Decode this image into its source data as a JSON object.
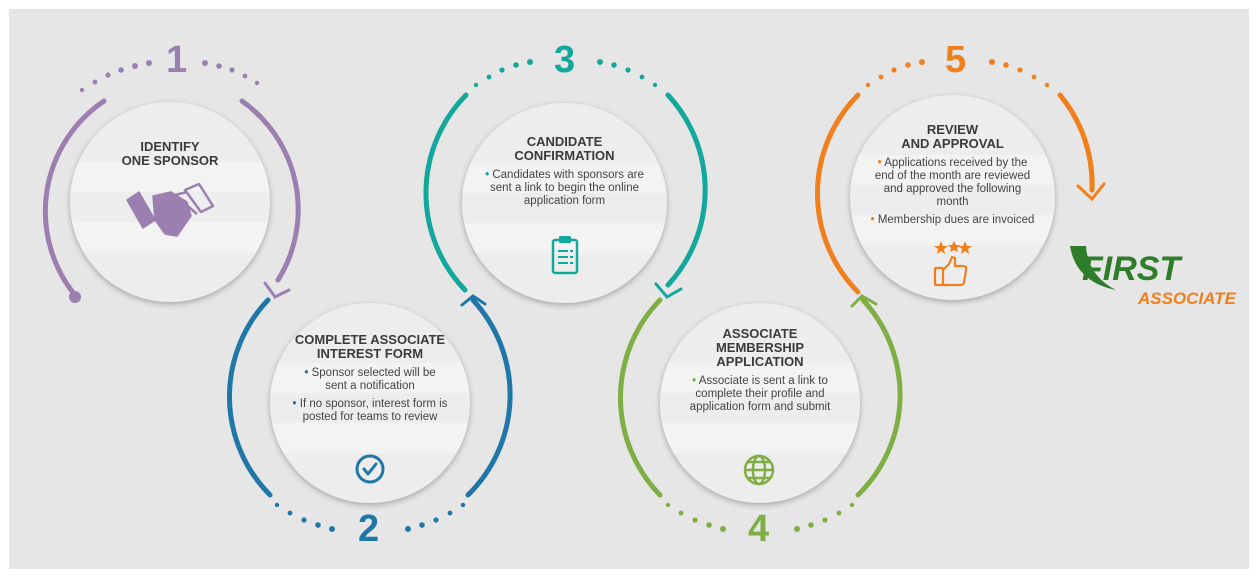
{
  "colors": {
    "step1": "#9b7fb0",
    "step2": "#1f77a8",
    "step3": "#14a79c",
    "step4": "#7fae45",
    "step5": "#f07f1c",
    "logo_green": "#2e7d2b",
    "logo_orange": "#f07f1c"
  },
  "steps": [
    {
      "number": "1",
      "title_lines": [
        "IDENTIFY",
        "ONE SPONSOR"
      ],
      "bullets": [],
      "icon": "handshake-icon"
    },
    {
      "number": "2",
      "title_lines": [
        "COMPLETE ASSOCIATE",
        "INTEREST FORM"
      ],
      "bullets": [
        "Sponsor selected will be sent a notification",
        "If no sponsor, interest form is posted for teams to review"
      ],
      "icon": "checkmark-icon"
    },
    {
      "number": "3",
      "title_lines": [
        "CANDIDATE",
        "CONFIRMATION"
      ],
      "bullets": [
        "Candidates with sponsors are sent a link to begin the online application form"
      ],
      "icon": "clipboard-icon"
    },
    {
      "number": "4",
      "title_lines": [
        "ASSOCIATE",
        "MEMBERSHIP",
        "APPLICATION"
      ],
      "bullets": [
        "Associate is sent a link to complete their profile and application form and submit"
      ],
      "icon": "globe-icon"
    },
    {
      "number": "5",
      "title_lines": [
        "REVIEW",
        "AND APPROVAL"
      ],
      "bullets": [
        "Applications received by the end of the month are reviewed and approved the following month",
        "Membership dues are invoiced"
      ],
      "icon": "thumbs-up-icon"
    }
  ],
  "logo": {
    "main": "FIRST",
    "sub": "ASSOCIATE"
  }
}
